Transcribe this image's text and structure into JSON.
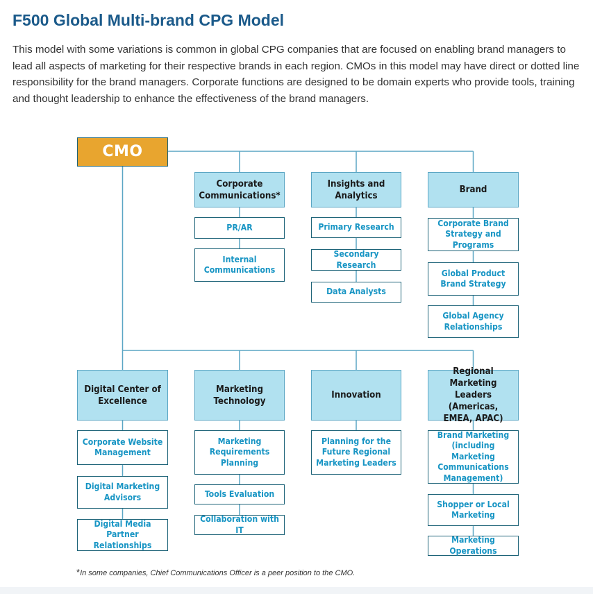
{
  "title": "F500 Global Multi-brand CPG Model",
  "intro": "This model with some variations is common in global CPG companies that are focused on enabling brand managers to lead all aspects of marketing for their respective brands in each region. CMOs in this model may have direct or dotted line responsibility for the brand managers. Corporate functions are designed to be domain experts who provide tools, training and thought leadership to enhance the effectiveness of the brand managers.",
  "chart": {
    "cmo": "CMO",
    "colors": {
      "head_fill": "#b1e1f0",
      "cmo_fill": "#e8a52f",
      "sub_text": "#1895c4",
      "line": "#5ba6c4"
    },
    "top_row": [
      {
        "name": "Corporate\nCommunications*",
        "items": [
          "PR/AR",
          "Internal\nCommunications"
        ]
      },
      {
        "name": "Insights and\nAnalytics",
        "items": [
          "Primary Research",
          "Secondary Research",
          "Data Analysts"
        ]
      },
      {
        "name": "Brand",
        "items": [
          "Corporate Brand\nStrategy and Programs",
          "Global Product\nBrand Strategy",
          "Global Agency\nRelationships"
        ]
      }
    ],
    "bottom_row": [
      {
        "name": "Digital Center of\nExcellence",
        "items": [
          "Corporate Website\nManagement",
          "Digital Marketing\nAdvisors",
          "Digital Media Partner\nRelationships"
        ]
      },
      {
        "name": "Marketing\nTechnology",
        "items": [
          "Marketing\nRequirements\nPlanning",
          "Tools Evaluation",
          "Collaboration with IT"
        ]
      },
      {
        "name": "Innovation",
        "items": [
          "Planning for the\nFuture Regional\nMarketing Leaders"
        ]
      },
      {
        "name": "Regional Marketing\nLeaders (Americas,\nEMEA, APAC)",
        "items": [
          "Brand Marketing\n(including Marketing\nCommunications\nManagement)",
          "Shopper or Local\nMarketing",
          "Marketing Operations"
        ]
      }
    ]
  },
  "footnote": {
    "marker": "*",
    "text": "In some companies, Chief Communications Officer is a peer position to the CMO."
  }
}
